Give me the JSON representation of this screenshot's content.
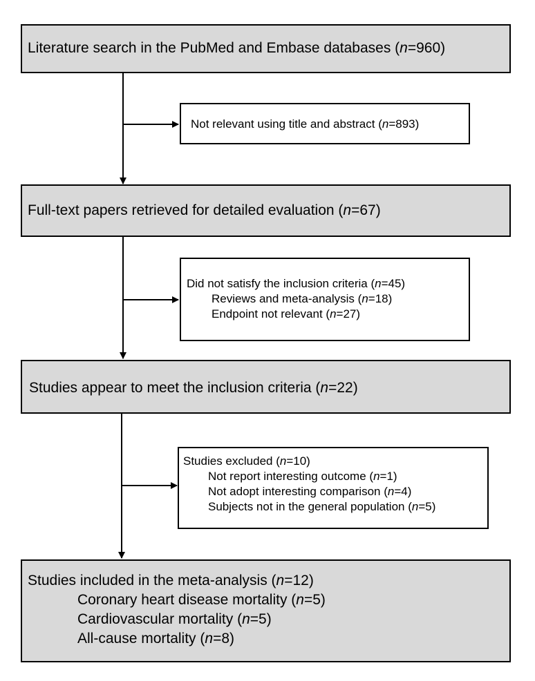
{
  "box1": {
    "text_before": "Literature search in the PubMed and Embase databases (",
    "n_value": "=960)"
  },
  "excl1": {
    "text_before": "Not relevant using title and abstract (",
    "n_value": "=893)"
  },
  "box2": {
    "text_before": "Full-text papers retrieved for detailed evaluation (",
    "n_value": "=67)"
  },
  "excl2": {
    "lines": [
      {
        "text_before": "Did not satisfy the inclusion criteria (",
        "n_value": "=45)"
      },
      {
        "text_before": "Reviews and meta-analysis (",
        "n_value": "=18)"
      },
      {
        "text_before": "Endpoint not relevant (",
        "n_value": "=27)"
      }
    ]
  },
  "box3": {
    "text_before": "Studies appear to meet the inclusion criteria (",
    "n_value": "=22)"
  },
  "excl3": {
    "lines": [
      {
        "text_before": "Studies excluded (",
        "n_value": "=10)"
      },
      {
        "text_before": "Not report interesting outcome (",
        "n_value": "=1)"
      },
      {
        "text_before": "Not adopt interesting comparison (",
        "n_value": "=4)"
      },
      {
        "text_before": "Subjects not in the general population (",
        "n_value": "=5)"
      }
    ]
  },
  "box4": {
    "lines": [
      {
        "text_before": "Studies included in the meta-analysis (",
        "n_value": "=12)"
      },
      {
        "text_before": "Coronary heart disease mortality (",
        "n_value": "=5)"
      },
      {
        "text_before": "Cardiovascular mortality (",
        "n_value": "=5)"
      },
      {
        "text_before": "All-cause mortality (",
        "n_value": "=8)"
      }
    ]
  },
  "n_symbol": "n",
  "colors": {
    "main_box_fill": "#d9d9d9",
    "side_box_fill": "#ffffff",
    "stroke": "#000000"
  }
}
